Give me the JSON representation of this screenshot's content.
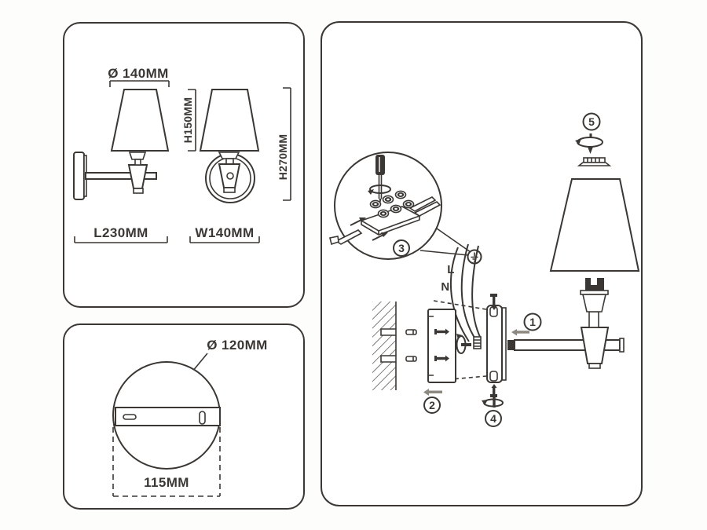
{
  "sheet": {
    "background": "#fdfdfc",
    "line_color": "#3b3734",
    "title": "wall-lamp-installation-instructions"
  },
  "dimensions_panel": {
    "shade_diameter": "Ø 140MM",
    "shade_height": "H150MM",
    "total_height": "H270MM",
    "total_length": "L230MM",
    "total_width": "W140MM"
  },
  "base_panel": {
    "base_diameter": "Ø 120MM",
    "mounting_distance": "115MM"
  },
  "installation_panel": {
    "wire_live": "L",
    "wire_neutral": "N",
    "step_arm": "1",
    "step_plate": "2",
    "step_wiring": "3",
    "step_screws": "4",
    "step_finial": "5"
  }
}
